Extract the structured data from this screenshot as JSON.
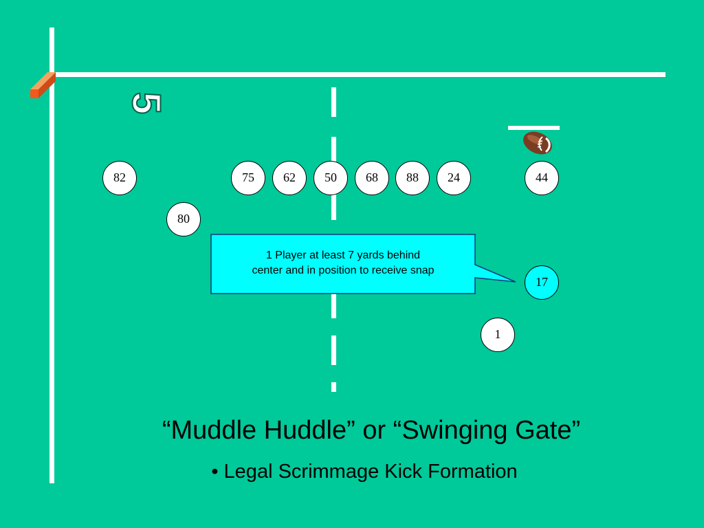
{
  "slide": {
    "title": "“Muddle Huddle” or “Swinging Gate”",
    "subtitle": "• Legal Scrimmage Kick Formation"
  },
  "field": {
    "yard_marker": "5",
    "colors": {
      "field": "#00c99a",
      "lines": "#ffffff",
      "pylon": "#f05a1e",
      "player": "#ffffff",
      "highlighted_player": "#00ffff",
      "callout": "#00ffff"
    }
  },
  "players": {
    "p82": "82",
    "p75": "75",
    "p62": "62",
    "p50": "50",
    "p68": "68",
    "p88": "88",
    "p24": "24",
    "p44": "44",
    "p80": "80",
    "p17": "17",
    "p1": "1"
  },
  "callout": {
    "line1": "1 Player at least 7 yards behind",
    "line2": "center and in position to receive snap"
  },
  "icons": {
    "football": "football-icon",
    "pylon": "pylon-icon"
  }
}
